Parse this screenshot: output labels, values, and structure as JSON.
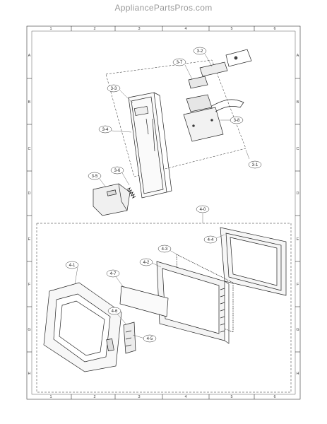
{
  "header": {
    "site": "AppliancePartsPros.com"
  },
  "frame": {
    "columns": [
      "1",
      "2",
      "3",
      "4",
      "5",
      "6"
    ],
    "rows": [
      "A",
      "B",
      "C",
      "D",
      "E",
      "F",
      "G",
      "H"
    ]
  },
  "callouts": {
    "c3_2": "3-2",
    "c3_7": "3-7",
    "c3_3": "3-3",
    "c3_4": "3-4",
    "c3_8": "3-8",
    "c3_1": "3-1",
    "c3_5": "3-5",
    "c3_6": "3-6",
    "c4_0": "4-0",
    "c4_4": "4-4",
    "c4_3": "4-3",
    "c4_2": "4-2",
    "c4_1": "4-1",
    "c4_7": "4-7",
    "c4_6": "4-6",
    "c4_5": "4-5"
  }
}
